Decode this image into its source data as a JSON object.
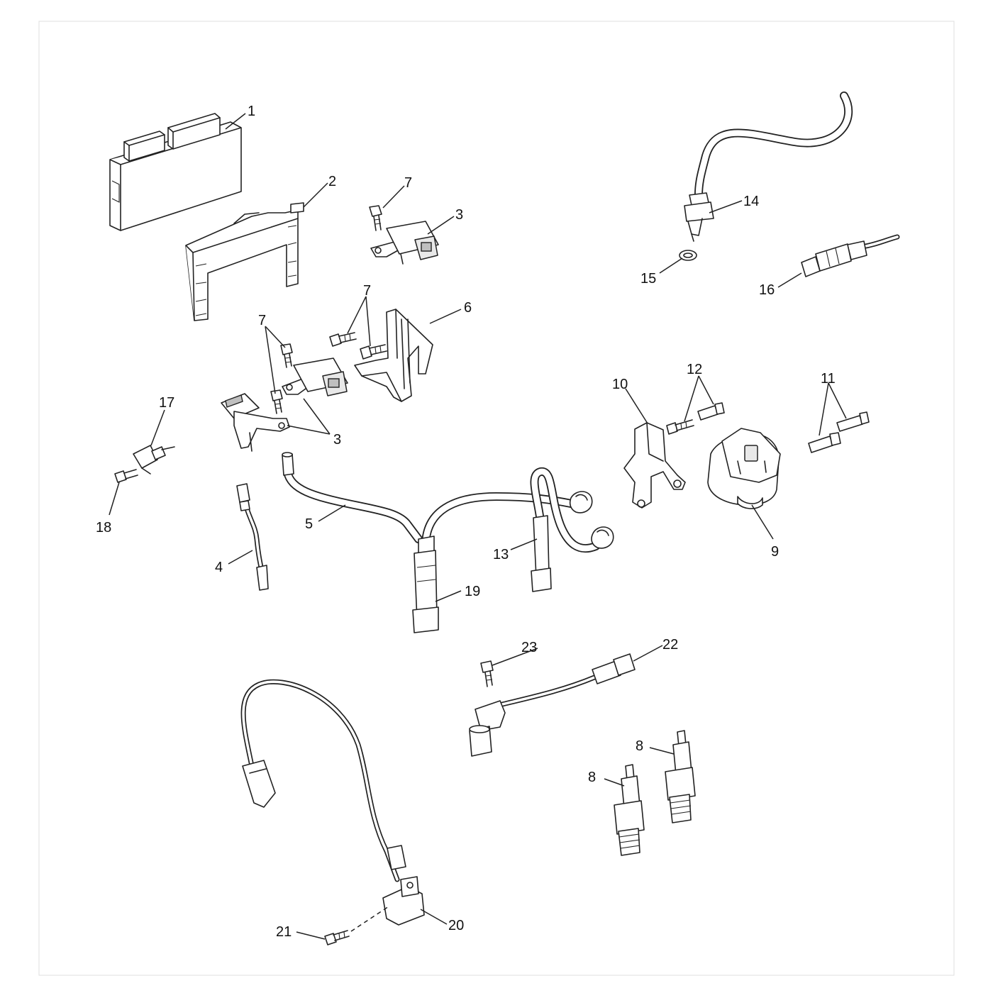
{
  "callouts": {
    "c1": "1",
    "c2": "2",
    "c3a": "3",
    "c3b": "3",
    "c4": "4",
    "c5": "5",
    "c6": "6",
    "c7a": "7",
    "c7b": "7",
    "c7c": "7",
    "c8a": "8",
    "c8b": "8",
    "c9": "9",
    "c10": "10",
    "c11": "11",
    "c12": "12",
    "c13": "13",
    "c14": "14",
    "c15": "15",
    "c16": "16",
    "c17": "17",
    "c18": "18",
    "c19": "19",
    "c20": "20",
    "c21": "21",
    "c22": "22",
    "c23": "23"
  }
}
